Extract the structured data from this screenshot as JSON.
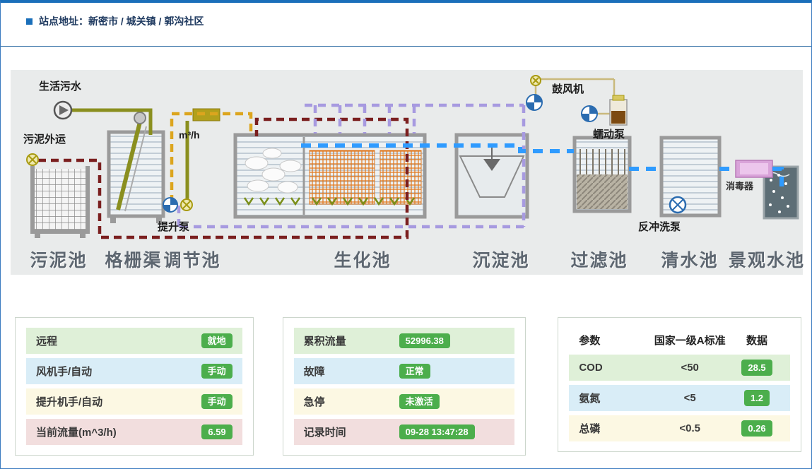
{
  "header": {
    "site_label": "站点地址：新密市 / 城关镇 / 郭沟社区"
  },
  "diagram": {
    "labels": {
      "sewage": "生活污水",
      "sludge_out": "污泥外运",
      "flow_unit": "m³/h",
      "lift_pump": "提升泵",
      "blower": "鼓风机",
      "peristaltic_pump": "蠕动泵",
      "backwash_pump": "反冲洗泵",
      "disinfector": "消毒器"
    },
    "tanks": [
      {
        "label": "污泥池"
      },
      {
        "label": "格栅渠"
      },
      {
        "label": "调节池"
      },
      {
        "label": "生化池"
      },
      {
        "label": "沉淀池"
      },
      {
        "label": "过滤池"
      },
      {
        "label": "清水池"
      },
      {
        "label": "景观水池"
      }
    ]
  },
  "panels": {
    "control": {
      "rows": [
        {
          "label": "远程",
          "value": "就地"
        },
        {
          "label": "风机手/自动",
          "value": "手动"
        },
        {
          "label": "提升机手/自动",
          "value": "手动"
        },
        {
          "label": "当前流量(m^3/h)",
          "value": "6.59"
        }
      ]
    },
    "status": {
      "rows": [
        {
          "label": "累积流量",
          "value": "52996.38"
        },
        {
          "label": "故障",
          "value": "正常"
        },
        {
          "label": "急停",
          "value": "未激活"
        },
        {
          "label": "记录时间",
          "value": "09-28 13:47:28"
        }
      ]
    },
    "quality": {
      "headers": [
        "参数",
        "国家一级A标准",
        "数据"
      ],
      "rows": [
        {
          "param": "COD",
          "standard": "<50",
          "value": "28.5"
        },
        {
          "param": "氨氮",
          "standard": "<5",
          "value": "1.2"
        },
        {
          "param": "总磷",
          "standard": "<0.5",
          "value": "0.26"
        }
      ]
    }
  },
  "colors": {
    "accent_blue": "#1a6fba",
    "badge_green": "#4cae4c",
    "row_green": "#dff0d8",
    "row_blue": "#d9edf7",
    "row_yellow": "#fcf8e3",
    "row_pink": "#f2dede",
    "pipe_blue": "#2f9bff",
    "pipe_purple": "#a79ae0",
    "pipe_dark_red": "#7b1f1f",
    "pipe_orange": "#dca51e"
  }
}
